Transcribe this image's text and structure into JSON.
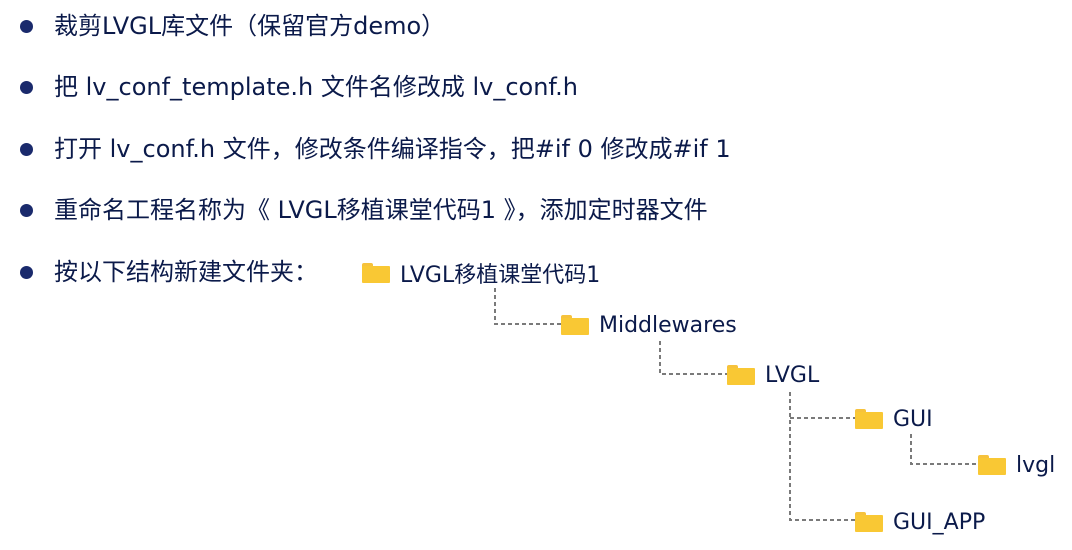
{
  "bullets": [
    {
      "text": "裁剪LVGL库文件（保留官方demo）"
    },
    {
      "text": "把 lv_conf_template.h 文件名修改成 lv_conf.h"
    },
    {
      "text": "打开 lv_conf.h 文件，修改条件编译指令，把#if 0 修改成#if 1"
    },
    {
      "text": "重命名工程名称为《 LVGL移植课堂代码1 》，添加定时器文件"
    },
    {
      "text": "按以下结构新建文件夹："
    }
  ],
  "tree": {
    "root": {
      "label": "LVGL移植课堂代码1",
      "icon": "folder-icon"
    },
    "middlewares": {
      "label": "Middlewares",
      "icon": "folder-icon"
    },
    "lvgl_dir": {
      "label": "LVGL",
      "icon": "folder-icon"
    },
    "gui": {
      "label": "GUI",
      "icon": "folder-icon"
    },
    "lvgl_src": {
      "label": "lvgl",
      "icon": "folder-icon"
    },
    "gui_app": {
      "label": "GUI_APP",
      "icon": "folder-icon"
    }
  },
  "colors": {
    "text": "#0b1a4a",
    "bullet": "#1a2a6c",
    "folder": "#f9c834",
    "connector": "#7a7a7a"
  }
}
